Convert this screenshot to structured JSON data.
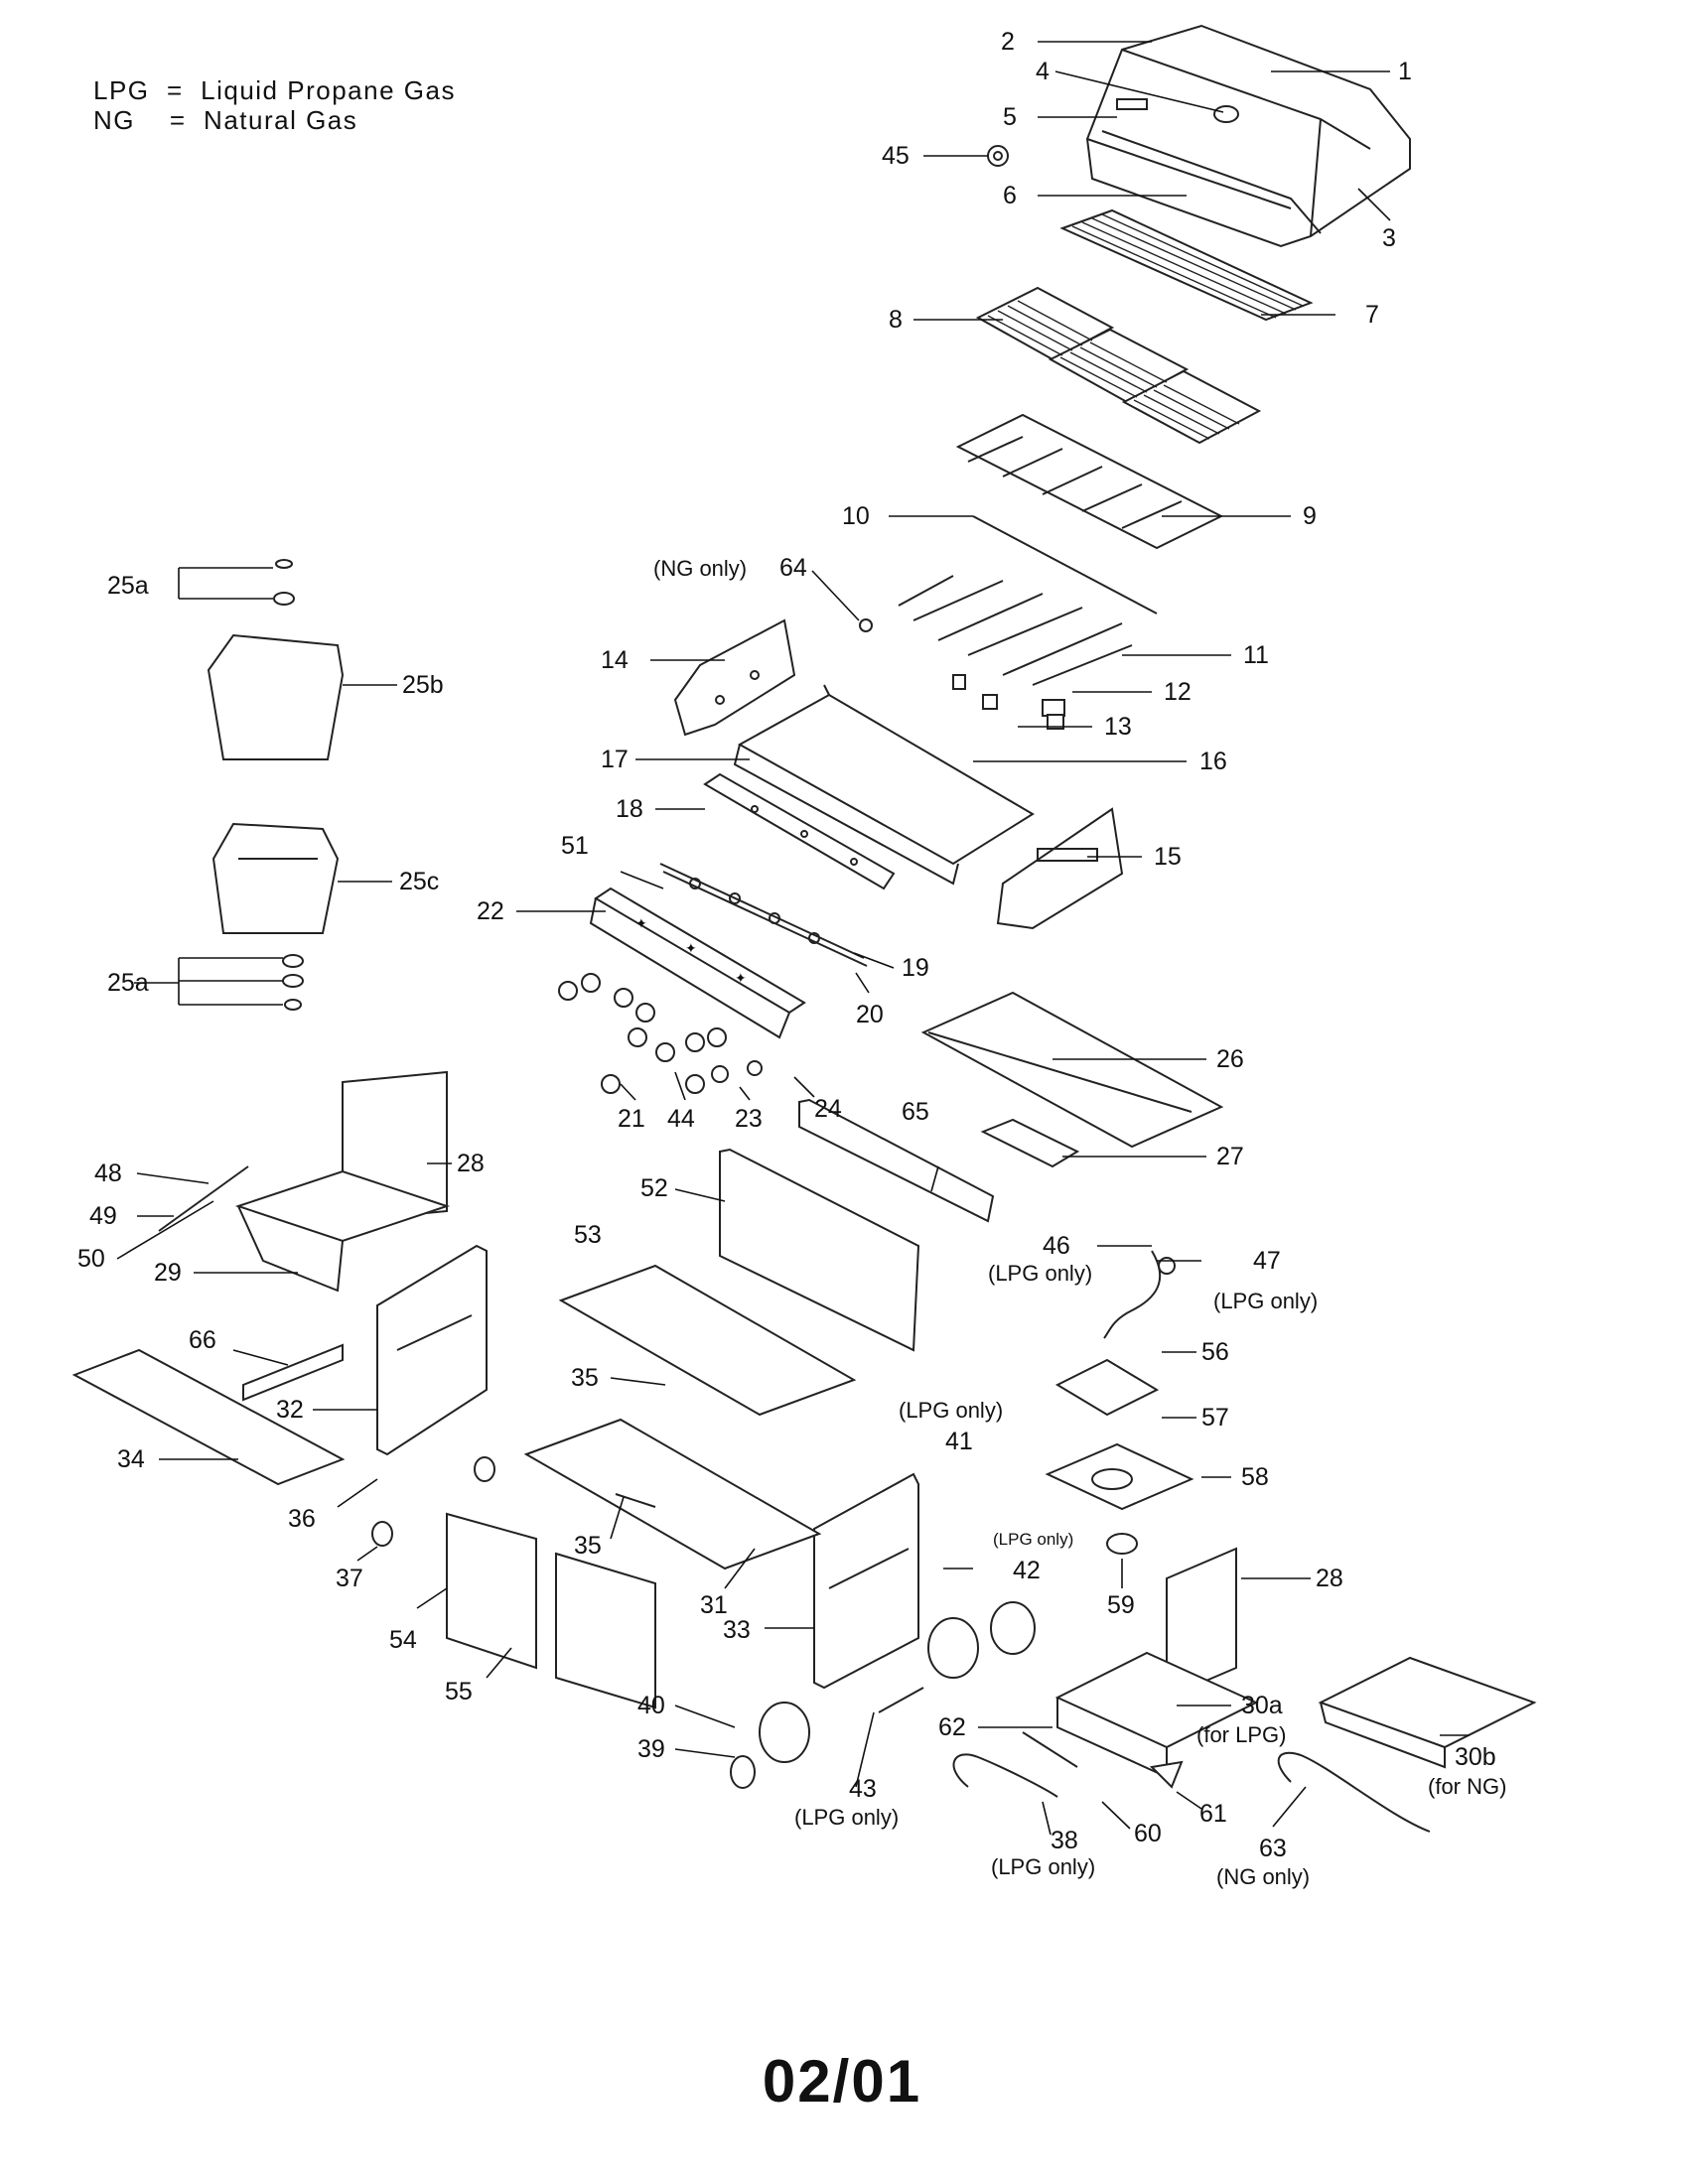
{
  "legend": [
    {
      "abbr": "LPG",
      "eq": "=",
      "meaning": "Liquid Propane Gas"
    },
    {
      "abbr": "NG",
      "eq": "=",
      "meaning": "Natural Gas"
    }
  ],
  "footer": "02/01",
  "callouts": {
    "p1": "1",
    "p2": "2",
    "p3": "3",
    "p4": "4",
    "p5": "5",
    "p6": "6",
    "p7": "7",
    "p8": "8",
    "p9": "9",
    "p10": "10",
    "p11": "11",
    "p12": "12",
    "p13": "13",
    "p14": "14",
    "p15": "15",
    "p16": "16",
    "p17": "17",
    "p18": "18",
    "p19": "19",
    "p20": "20",
    "p21": "21",
    "p22": "22",
    "p23": "23",
    "p24": "24",
    "p25a_top": "25a",
    "p25b": "25b",
    "p25c": "25c",
    "p25a_bot": "25a",
    "p26": "26",
    "p27": "27",
    "p28_left": "28",
    "p28_right": "28",
    "p29": "29",
    "p30a": "30a",
    "p30b": "30b",
    "p31": "31",
    "p32": "32",
    "p33": "33",
    "p34": "34",
    "p35_top": "35",
    "p35_bot": "35",
    "p36": "36",
    "p37": "37",
    "p38": "38",
    "p39": "39",
    "p40": "40",
    "p41": "41",
    "p42": "42",
    "p43": "43",
    "p44": "44",
    "p45": "45",
    "p46": "46",
    "p47": "47",
    "p48": "48",
    "p49": "49",
    "p50": "50",
    "p51": "51",
    "p52": "52",
    "p53": "53",
    "p54": "54",
    "p55": "55",
    "p56": "56",
    "p57": "57",
    "p58": "58",
    "p59": "59",
    "p60": "60",
    "p61": "61",
    "p62": "62",
    "p63": "63",
    "p64": "64",
    "p65": "65",
    "p66": "66"
  },
  "notes": {
    "ng_only_64": "(NG only)",
    "lpg_only_46": "(LPG only)",
    "lpg_only_47": "(LPG only)",
    "lpg_only_41": "(LPG only)",
    "lpg_only_42": "(LPG only)",
    "lpg_only_43": "(LPG only)",
    "lpg_only_38": "(LPG only)",
    "ng_only_63": "(NG only)",
    "for_lpg_30a": "(for LPG)",
    "for_ng_30b": "(for NG)"
  }
}
